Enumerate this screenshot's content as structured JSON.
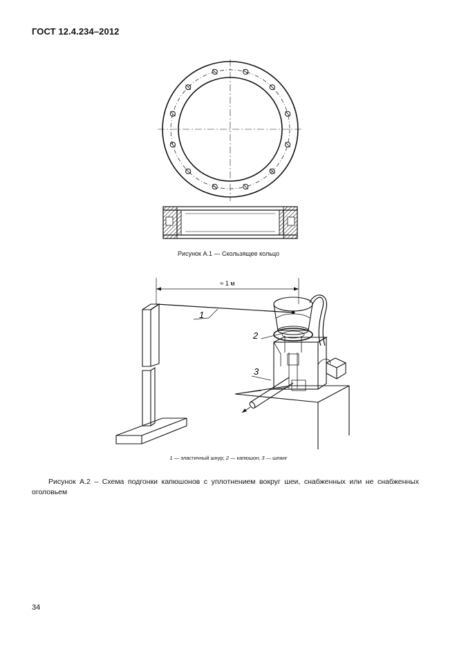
{
  "header": {
    "standard_code": "ГОСТ 12.4.234–2012"
  },
  "figure1": {
    "caption": "Рисунок А.1 — Скользящее кольцо"
  },
  "figure2": {
    "dimension_label": "≈ 1 м",
    "callouts": [
      "1",
      "2",
      "3"
    ],
    "legend": {
      "n1": "1",
      "t1": " — эластичный шнур; ",
      "n2": "2",
      "t2": " — капюшон; ",
      "n3": "3",
      "t3": " — шланг"
    },
    "caption": "Рисунок А.2 – Схема подгонки капюшонов с уплотнением вокруг шеи, снабженных или не снабженных оголовьем"
  },
  "page_number": "34"
}
